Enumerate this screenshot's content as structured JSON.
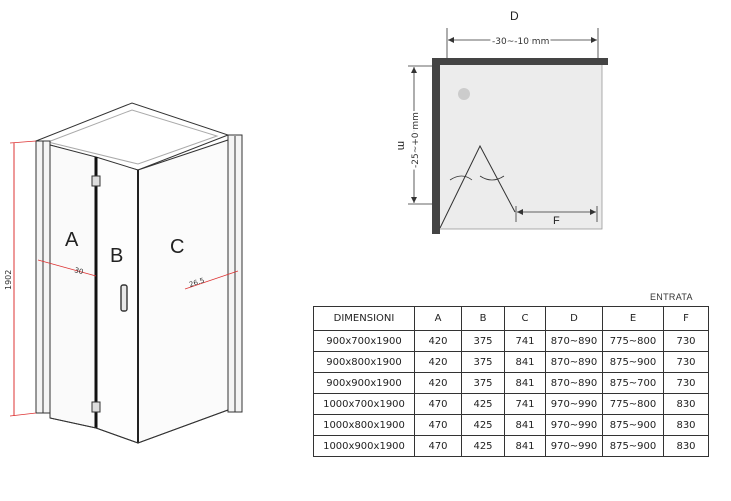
{
  "shower_view": {
    "panel_a_label": "A",
    "panel_b_label": "B",
    "panel_c_label": "C",
    "height_label": "1902",
    "dim_a_label": "30",
    "dim_c_label": "26.5"
  },
  "plan_view": {
    "top_label": "D",
    "top_dimension": "-30~-10 mm",
    "side_label": "m",
    "side_dimension": "-25~+0 mm",
    "bottom_label": "F"
  },
  "table": {
    "caption": "ENTRATA",
    "headers": [
      "DIMENSIONI",
      "A",
      "B",
      "C",
      "D",
      "E",
      "F"
    ],
    "rows": [
      [
        "900x700x1900",
        "420",
        "375",
        "741",
        "870~890",
        "775~800",
        "730"
      ],
      [
        "900x800x1900",
        "420",
        "375",
        "841",
        "870~890",
        "875~900",
        "730"
      ],
      [
        "900x900x1900",
        "420",
        "375",
        "841",
        "870~890",
        "875~700",
        "730"
      ],
      [
        "1000x700x1900",
        "470",
        "425",
        "741",
        "970~990",
        "775~800",
        "830"
      ],
      [
        "1000x800x1900",
        "470",
        "425",
        "841",
        "970~990",
        "875~900",
        "830"
      ],
      [
        "1000x900x1900",
        "470",
        "425",
        "841",
        "970~990",
        "875~900",
        "830"
      ]
    ]
  }
}
